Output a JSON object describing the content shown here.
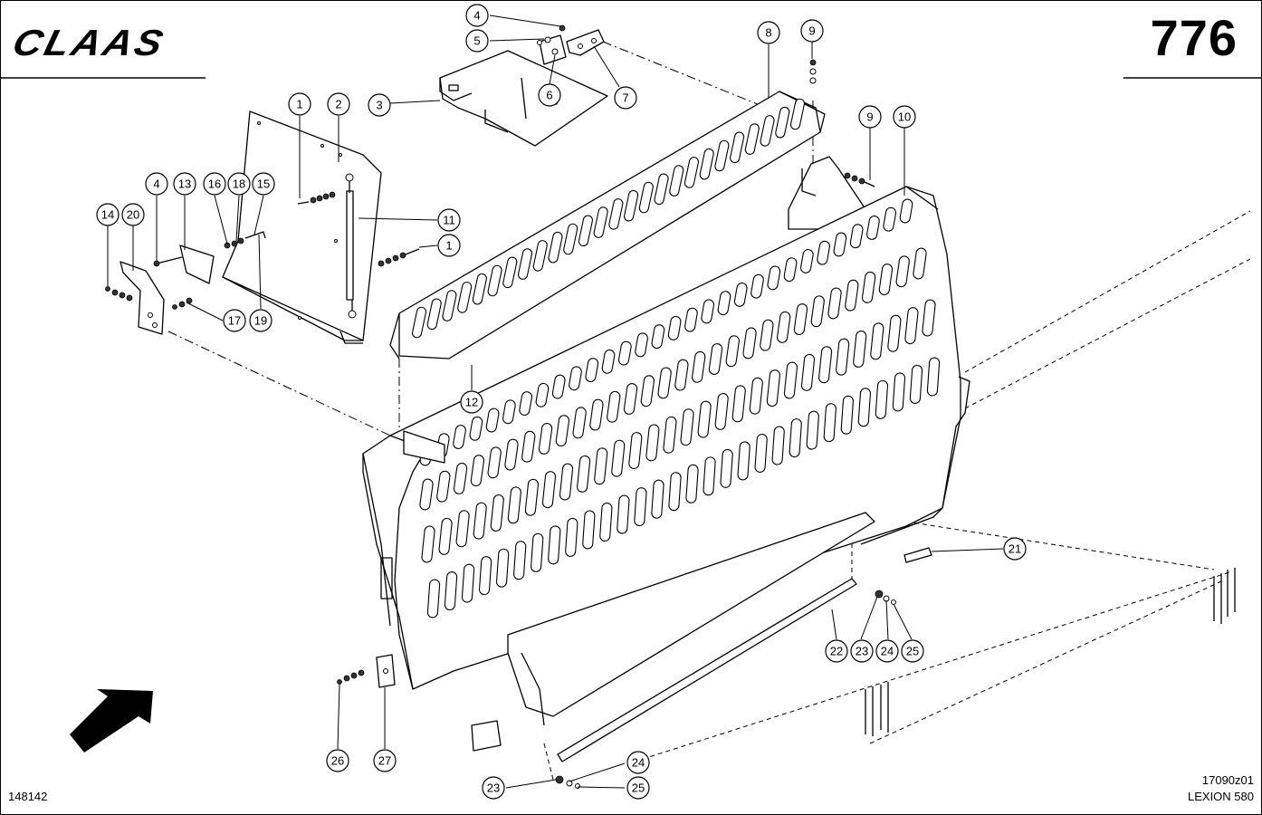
{
  "header": {
    "brand": "CLAAS",
    "page_number": "776"
  },
  "footer": {
    "drawing_number": "148142",
    "image_ref": "17090z01",
    "model": "LEXION 580"
  },
  "callouts": {
    "c1a": "1",
    "c1b": "1",
    "c2": "2",
    "c3": "3",
    "c4a": "4",
    "c4b": "4",
    "c5": "5",
    "c6": "6",
    "c7": "7",
    "c8": "8",
    "c9a": "9",
    "c9b": "9",
    "c10": "10",
    "c11": "11",
    "c12": "12",
    "c13": "13",
    "c14": "14",
    "c15": "15",
    "c16": "16",
    "c17": "17",
    "c18": "18",
    "c19": "19",
    "c20": "20",
    "c21": "21",
    "c22": "22",
    "c23a": "23",
    "c23b": "23",
    "c24a": "24",
    "c24b": "24",
    "c25a": "25",
    "c25b": "25",
    "c26": "26",
    "c27": "27"
  }
}
